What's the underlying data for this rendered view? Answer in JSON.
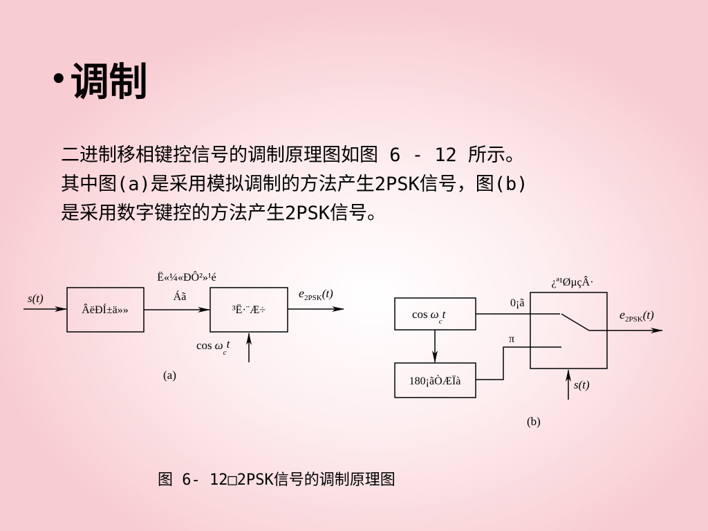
{
  "title": "调制",
  "bullet": "•",
  "body_lines": [
    "二进制移相键控信号的调制原理图如图 6 - 12 所示。",
    "其中图(a)是采用模拟调制的方法产生2PSK信号，图(b)",
    "是采用数字键控的方法产生2PSK信号。"
  ],
  "caption": "图 6- 12□2PSK信号的调制原理图",
  "diagram_a": {
    "input_signal": "s(t)",
    "block1_label": "ÂëÐÍ±ä»»",
    "mid_label_line1": "Ë«¼«ÐÔ²»¹é",
    "mid_label_line2": "Áã",
    "block2_label": "³Ë·¨Æ÷",
    "output_e": "e",
    "output_sub": "2PSK",
    "output_t": "(t)",
    "carrier_cos": "cos",
    "carrier_omega": "ω",
    "carrier_sub": "c",
    "carrier_t": "t",
    "label": "(a)"
  },
  "diagram_b": {
    "osc_cos": "cos",
    "osc_omega": "ω",
    "osc_sub": "c",
    "osc_t": "t",
    "shifter_label": "180¡ãÒÆÏà",
    "switch_label": "¿ª¹ØµçÂ·",
    "zero_phase": "0¡ã",
    "pi_phase": "π",
    "output_e": "e",
    "output_sub": "2PSK",
    "output_t": "(t)",
    "control_signal": "s(t)",
    "label": "(b)"
  }
}
